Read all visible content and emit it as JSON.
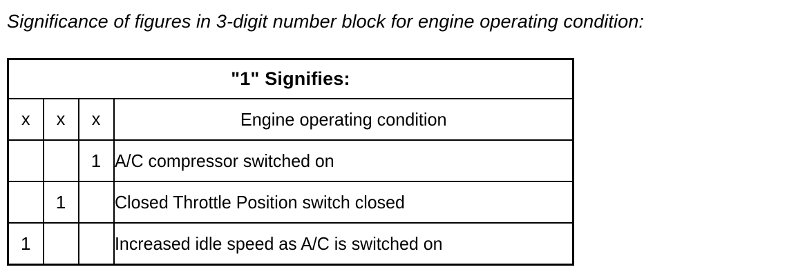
{
  "page": {
    "title": "Significance of figures in 3-digit number block for engine operating condition:",
    "background_color": "#ffffff",
    "text_color": "#000000",
    "border_color": "#000000"
  },
  "table": {
    "header_banner": "\"1\" Signifies:",
    "column_labels": {
      "bit_1": "x",
      "bit_2": "x",
      "bit_3": "x",
      "description": "Engine operating condition"
    },
    "rows": [
      {
        "bit_1": "",
        "bit_2": "",
        "bit_3": "1",
        "description": "A/C compressor switched on"
      },
      {
        "bit_1": "",
        "bit_2": "1",
        "bit_3": "",
        "description": "Closed Throttle Position switch closed"
      },
      {
        "bit_1": "1",
        "bit_2": "",
        "bit_3": "",
        "description": "Increased idle speed as A/C is switched on"
      }
    ]
  }
}
